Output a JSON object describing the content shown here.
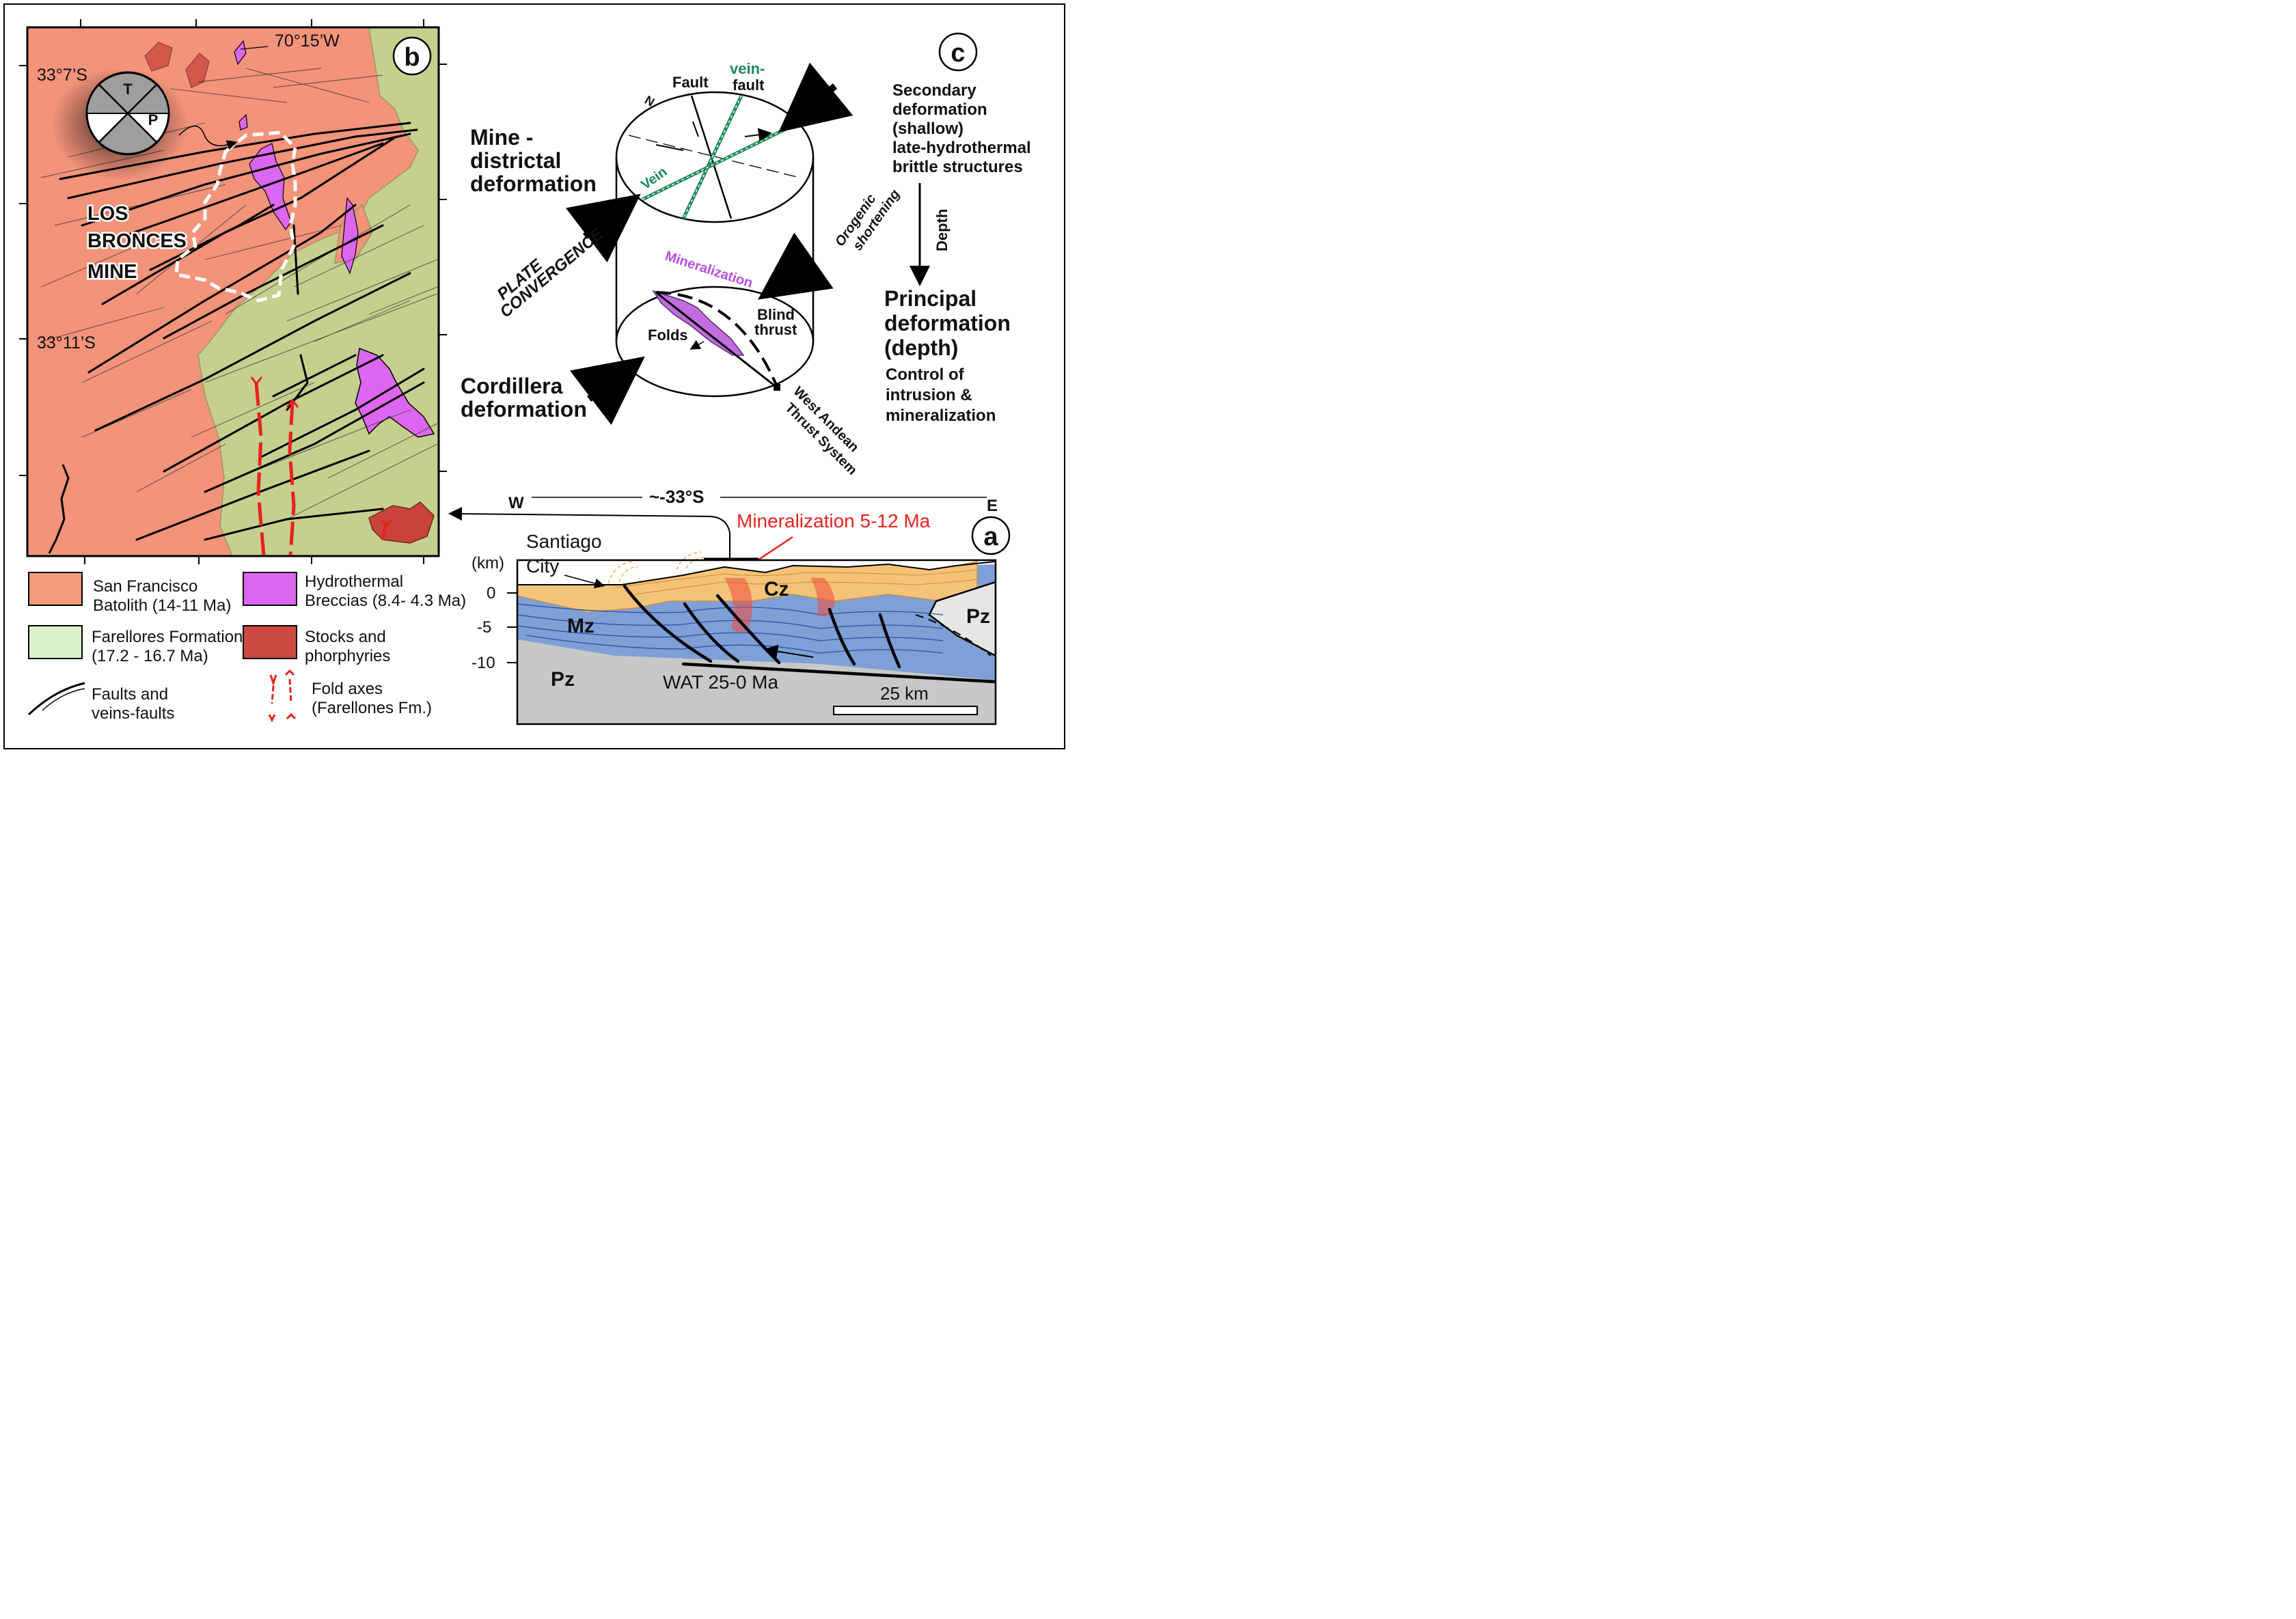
{
  "panel_b": {
    "label": "b",
    "lon_label": "70°15’W",
    "lat_top": "33°7’S",
    "lat_mid": "33°11’S",
    "mine_label": [
      "LOS",
      "BRONCES",
      "MINE"
    ],
    "beachball": {
      "t": "T",
      "p": "P"
    }
  },
  "legend": {
    "batolith": [
      "San Francisco",
      "Batolith (14-11 Ma)"
    ],
    "breccias": [
      "Hydrothermal",
      "Breccias (8.4- 4.3 Ma)"
    ],
    "farellores": [
      "Farellores Formation",
      "(17.2 - 16.7 Ma)"
    ],
    "stocks": [
      "Stocks and",
      "phorphyries"
    ],
    "faults": [
      "Faults and",
      "veins-faults"
    ],
    "folds": [
      "Fold axes",
      "(Farellones Fm.)"
    ],
    "colors": {
      "batolith": "#f29a7a",
      "farellores": "#d9e9b8",
      "breccias": "#dd66f0",
      "stocks": "#cc4a42",
      "fold": "#e8231c"
    }
  },
  "panel_c": {
    "label": "c",
    "vein_fault": [
      "vein-",
      "fault"
    ],
    "fault": "Fault",
    "north": "N",
    "vein": "Vein",
    "mine": [
      "Mine -",
      "districtal",
      "deformation"
    ],
    "plate": [
      "PLATE",
      "CONVERGENCE"
    ],
    "orogenic": [
      "Orogenic",
      "shortening"
    ],
    "mineralization": "Mineralization",
    "blind": [
      "Blind",
      "thrust"
    ],
    "folds": "Folds",
    "cordillera": [
      "Cordillera",
      "deformation"
    ],
    "wat": [
      "West Andean",
      "Thrust System"
    ],
    "secondary": [
      "Secondary",
      "deformation",
      "(shallow)",
      "late-hydrothermal",
      "brittle structures"
    ],
    "depth": "Depth",
    "principal": [
      "Principal",
      "deformation",
      "(depth)"
    ],
    "control": [
      "Control of",
      "intrusion &",
      "mineralization"
    ]
  },
  "panel_a": {
    "label": "a",
    "w": "W",
    "e": "E",
    "lat": "~-33°S",
    "mineralization": "Mineralization 5-12 Ma",
    "santiago": [
      "Santiago",
      "City"
    ],
    "km": "(km)",
    "ticks": [
      "0",
      "-5",
      "-10"
    ],
    "mz": "Mz",
    "cz": "Cz",
    "pz_left": "Pz",
    "pz_right": "Pz",
    "wat": "WAT 25-0 Ma",
    "scale": "25 km"
  }
}
